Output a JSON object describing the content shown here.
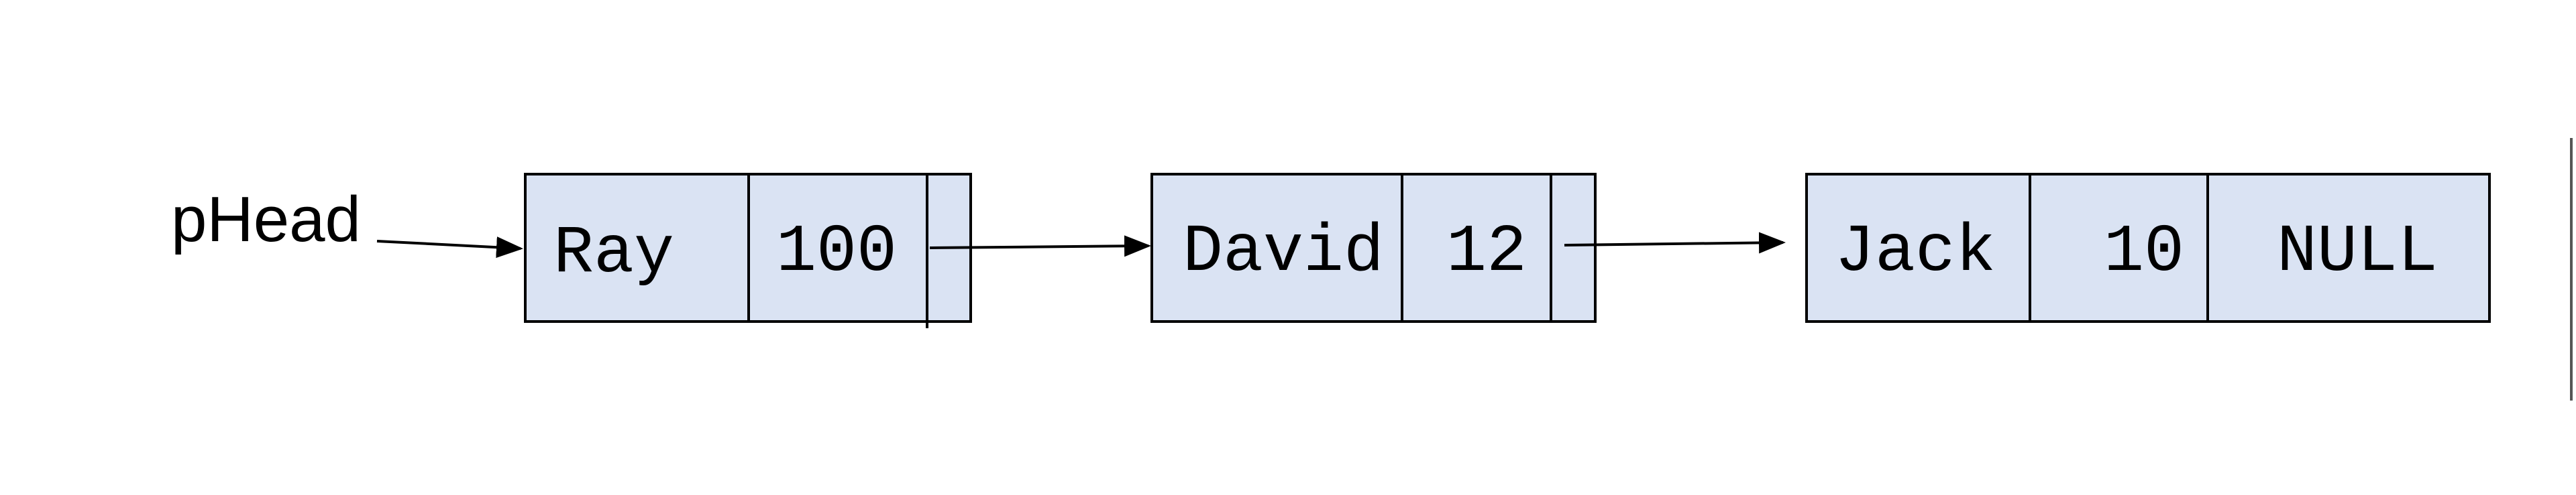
{
  "diagram": {
    "type": "linked-list",
    "head_label": "pHead",
    "node_fill": "#dae3f3",
    "line_color": "#000000",
    "nodes": [
      {
        "name": "Ray",
        "value": "100",
        "next": ""
      },
      {
        "name": "David",
        "value": "12",
        "next": ""
      },
      {
        "name": "Jack",
        "value": "10",
        "next": "NULL"
      }
    ]
  }
}
